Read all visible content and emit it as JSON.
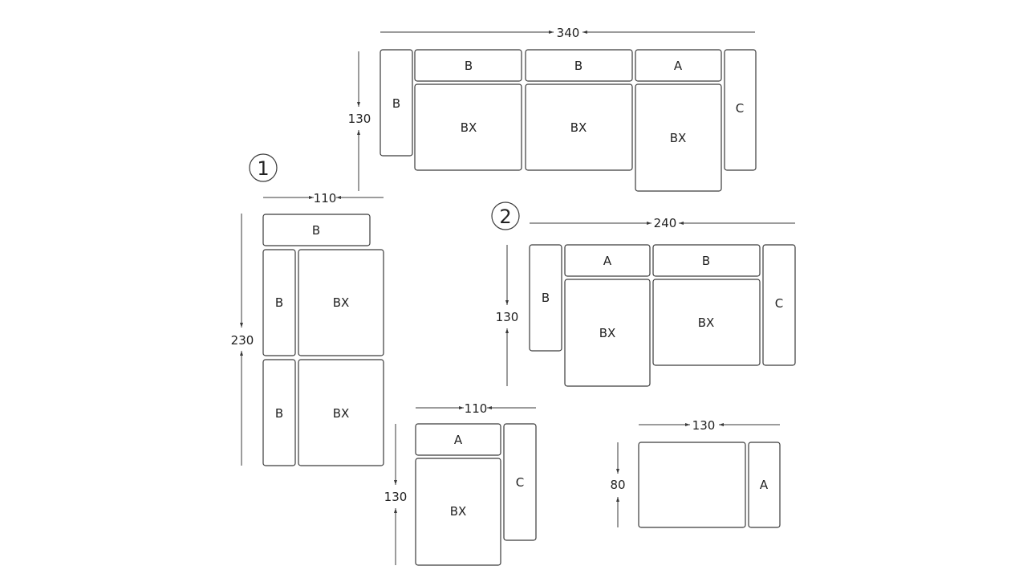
{
  "diagram": {
    "configs": [
      {
        "id": "top",
        "width_dim": "340",
        "height_dim": "130",
        "parts": [
          {
            "id": "p1",
            "label": "B"
          },
          {
            "id": "p2",
            "label": "B"
          },
          {
            "id": "p3",
            "label": "B"
          },
          {
            "id": "p4",
            "label": "A"
          },
          {
            "id": "p5",
            "label": "C"
          },
          {
            "id": "p6",
            "label": "BX"
          },
          {
            "id": "p7",
            "label": "BX"
          },
          {
            "id": "p8",
            "label": "BX"
          }
        ]
      },
      {
        "id": "config1",
        "number": "1",
        "width_dim": "110",
        "height_dim": "230",
        "parts": [
          {
            "id": "p1",
            "label": "B"
          },
          {
            "id": "p2",
            "label": "B"
          },
          {
            "id": "p3",
            "label": "BX"
          },
          {
            "id": "p4",
            "label": "B"
          },
          {
            "id": "p5",
            "label": "BX"
          }
        ]
      },
      {
        "id": "config2",
        "number": "2",
        "width_dim": "240",
        "height_dim": "130",
        "parts": [
          {
            "id": "p1",
            "label": "B"
          },
          {
            "id": "p2",
            "label": "A"
          },
          {
            "id": "p3",
            "label": "B"
          },
          {
            "id": "p4",
            "label": "C"
          },
          {
            "id": "p5",
            "label": "BX"
          },
          {
            "id": "p6",
            "label": "BX"
          }
        ]
      },
      {
        "id": "config3",
        "width_dim": "110",
        "height_dim": "130",
        "parts": [
          {
            "id": "p1",
            "label": "A"
          },
          {
            "id": "p2",
            "label": "C"
          },
          {
            "id": "p3",
            "label": "BX"
          }
        ]
      },
      {
        "id": "config4",
        "width_dim": "130",
        "height_dim": "80",
        "parts": [
          {
            "id": "p1",
            "label": ""
          },
          {
            "id": "p2",
            "label": "A"
          }
        ]
      }
    ]
  }
}
